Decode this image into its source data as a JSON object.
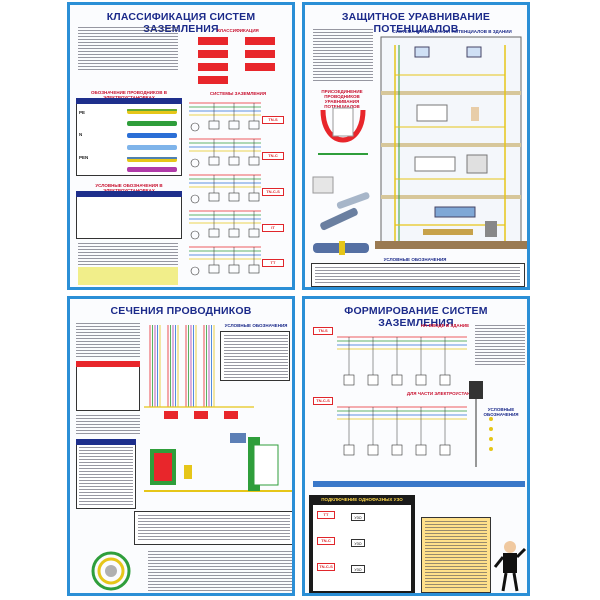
{
  "posters": {
    "p1": {
      "title": "КЛАССИФИКАЦИЯ СИСТЕМ ЗАЗЕМЛЕНИЯ",
      "section_classification": "КЛАССИФИКАЦИЯ",
      "section_systems": "СИСТЕМЫ ЗАЗЕМЛЕНИЯ",
      "section_designations": "ОБОЗНАЧЕНИЕ ПРОВОДНИКОВ В ЭЛЕКТРОУСТАНОВКАХ",
      "section_symbols": "УСЛОВНЫЕ ОБОЗНАЧЕНИЯ В ЭЛЕКТРОУСТАНОВКАХ",
      "system_labels": [
        "TN-S",
        "TN-C",
        "TN-C-S",
        "IT",
        "TT"
      ],
      "conductor_labels": [
        "PE",
        "N",
        "PEN"
      ]
    },
    "p2": {
      "title": "ЗАЩИТНОЕ УРАВНИВАНИЕ ПОТЕНЦИАЛОВ",
      "section_building": "СИСТЕМА УРАВНИВАНИЯ ПОТЕНЦИАЛОВ В ЗДАНИИ",
      "section_legend": "УСЛОВНЫЕ ОБОЗНАЧЕНИЯ",
      "section_bath": "ПРИСОЕДИНЕНИЕ ПРОВОДНИКОВ УРАВНИВАНИЯ ПОТЕНЦИАЛОВ"
    },
    "p3": {
      "title": "СЕЧЕНИЯ ПРОВОДНИКОВ",
      "section_legend": "УСЛОВНЫЕ ОБОЗНАЧЕНИЯ"
    },
    "p4": {
      "title": "ФОРМИРОВАНИЕ СИСТЕМ ЗАЗЕМЛЕНИЯ",
      "section_input": "НА ВВОДЕ В ЗДАНИЕ",
      "section_part": "ДЛЯ ЧАСТИ ЭЛЕКТРОУСТАНОВКИ",
      "section_rcd": "ПОДКЛЮЧЕНИЕ ОДНОФАЗНЫХ УЗО",
      "section_legend": "УСЛОВНЫЕ ОБОЗНАЧЕНИЯ",
      "system_labels": [
        "TN-S",
        "TN-C-S",
        "TT",
        "TN-C"
      ],
      "rcd_label": "УЗО"
    }
  },
  "colors": {
    "frame": "#2b8fd6",
    "title": "#1b2a8a",
    "accent_red": "#e8262b",
    "phase_green": "#2f9e3b",
    "neutral_blue": "#2b6fd6",
    "pe_yellow": "#e6c619",
    "pen_magenta": "#b03aa8"
  }
}
